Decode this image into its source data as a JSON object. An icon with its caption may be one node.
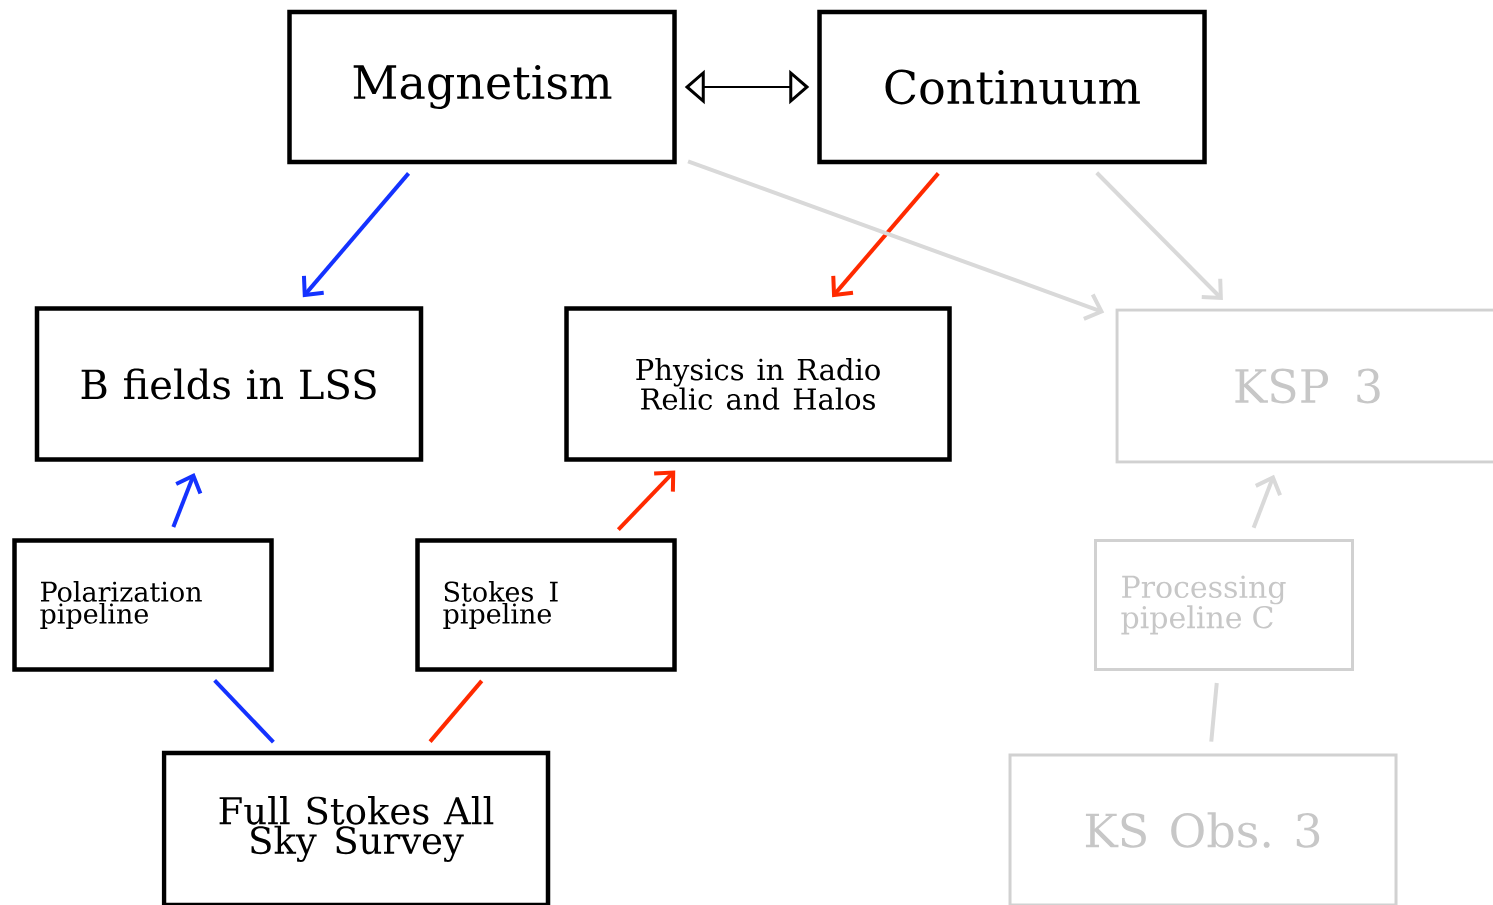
{
  "diagram": {
    "nodes": [
      {
        "text": [
          "Magnetism"
        ]
      },
      {
        "text": [
          "Continuum"
        ]
      },
      {
        "text": [
          "B fields in LSS"
        ]
      },
      {
        "text": [
          "Physics in Radio Relic and Halos"
        ]
      },
      {
        "text": [
          "KSP 3"
        ]
      },
      {
        "text": [
          "Polarization pipeline"
        ]
      },
      {
        "text": [
          "Stokes I pipeline"
        ]
      },
      {
        "text": [
          "Processing pipeline C"
        ]
      },
      {
        "text": [
          "Full Stokes All Sky Survey"
        ]
      },
      {
        "text": [
          "KS Obs. 3"
        ]
      }
    ],
    "edges": [
      {
        "from": 0,
        "to": 1,
        "arrow": "both",
        "color": "#000000"
      },
      {
        "from": 0,
        "to": 2,
        "arrow": "to",
        "color": "#1432ff"
      },
      {
        "from": 1,
        "to": 3,
        "arrow": "to",
        "color": "#ff2a00"
      },
      {
        "from": 0,
        "to": 4,
        "arrow": "to",
        "color": "#d9d9d9"
      },
      {
        "from": 1,
        "to": 4,
        "arrow": "to",
        "color": "#d9d9d9"
      },
      {
        "from": 5,
        "to": 2,
        "arrow": "to",
        "color": "#1432ff"
      },
      {
        "from": 6,
        "to": 3,
        "arrow": "to",
        "color": "#ff2a00"
      },
      {
        "from": 8,
        "to": 5,
        "arrow": "none",
        "color": "#1432ff"
      },
      {
        "from": 8,
        "to": 6,
        "arrow": "none",
        "color": "#ff2a00"
      },
      {
        "from": 9,
        "to": 7,
        "arrow": "none",
        "color": "#d9d9d9"
      },
      {
        "from": 7,
        "to": 4,
        "arrow": "to",
        "color": "#d9d9d9"
      }
    ]
  }
}
